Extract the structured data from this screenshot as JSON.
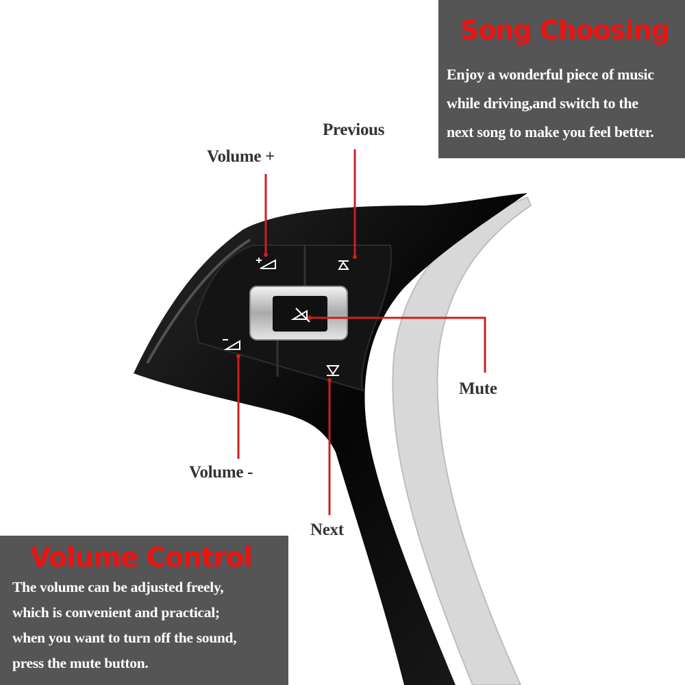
{
  "song_panel": {
    "title": "Song Choosing",
    "lines": [
      "Enjoy a wonderful piece of music",
      "while driving,and switch to the",
      "next song to make you feel better."
    ]
  },
  "volume_panel": {
    "title": "Volume Control",
    "lines": [
      "The volume can be adjusted freely,",
      "which is convenient and practical;",
      "when you want to turn off the sound,",
      "press the mute button."
    ]
  },
  "callouts": {
    "previous": "Previous",
    "volume_up": "Volume +",
    "mute": "Mute",
    "volume_down": "Volume -",
    "next": "Next"
  },
  "colors": {
    "panel": "#555555",
    "headline": "#ee1111",
    "leader_line": "#cc1f1f",
    "trim": "#0b0b0b"
  }
}
